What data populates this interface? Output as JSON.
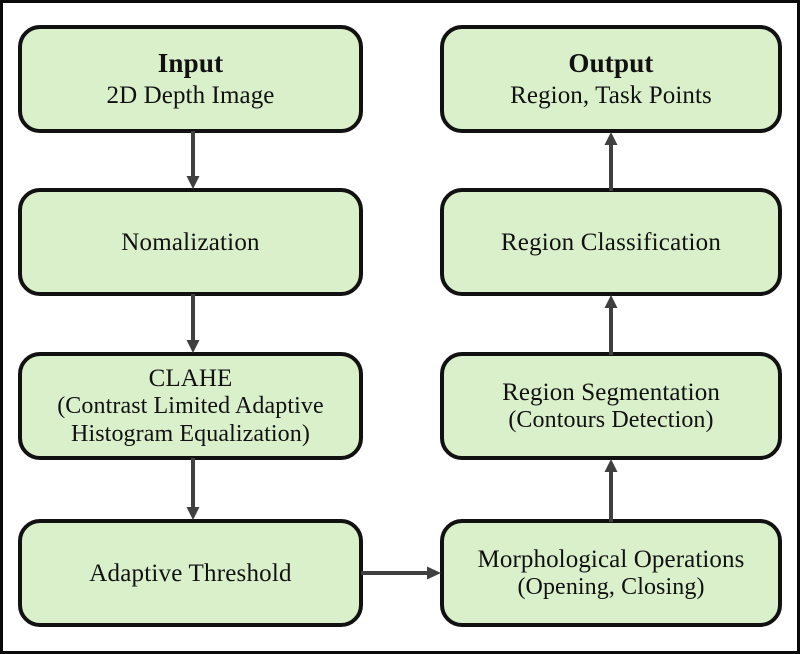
{
  "figure": {
    "type": "flowchart",
    "orientation": "two-column",
    "background_color": "#ffffff",
    "frame_color": "#0a0a0a",
    "node_fill_color": "#d9f0cb",
    "node_border_color": "#111111",
    "arrow_color": "#404040"
  },
  "nodes": [
    {
      "id": "input",
      "title": "Input",
      "subtitle": "2D Depth Image",
      "column": "left",
      "row": 1
    },
    {
      "id": "normalization",
      "title": "Nomalization",
      "subtitle": "",
      "column": "left",
      "row": 2
    },
    {
      "id": "clahe",
      "title": "CLAHE",
      "line2": "(Contrast Limited Adaptive",
      "line3": "Histogram Equalization)",
      "column": "left",
      "row": 3
    },
    {
      "id": "adaptive-threshold",
      "title": "Adaptive Threshold",
      "subtitle": "",
      "column": "left",
      "row": 4
    },
    {
      "id": "output",
      "title": "Output",
      "subtitle": "Region, Task Points",
      "column": "right",
      "row": 1
    },
    {
      "id": "region-classification",
      "title": "Region Classification",
      "subtitle": "",
      "column": "right",
      "row": 2
    },
    {
      "id": "region-segmentation",
      "title": "Region Segmentation",
      "subtitle": "(Contours Detection)",
      "column": "right",
      "row": 3
    },
    {
      "id": "morphological-operations",
      "title": "Morphological Operations",
      "subtitle": "(Opening, Closing)",
      "column": "right",
      "row": 4
    }
  ],
  "edges": [
    {
      "from": "input",
      "to": "normalization",
      "direction": "down"
    },
    {
      "from": "normalization",
      "to": "clahe",
      "direction": "down"
    },
    {
      "from": "clahe",
      "to": "adaptive-threshold",
      "direction": "down"
    },
    {
      "from": "adaptive-threshold",
      "to": "morphological-operations",
      "direction": "right"
    },
    {
      "from": "morphological-operations",
      "to": "region-segmentation",
      "direction": "up"
    },
    {
      "from": "region-segmentation",
      "to": "region-classification",
      "direction": "up"
    },
    {
      "from": "region-classification",
      "to": "output",
      "direction": "up"
    }
  ]
}
